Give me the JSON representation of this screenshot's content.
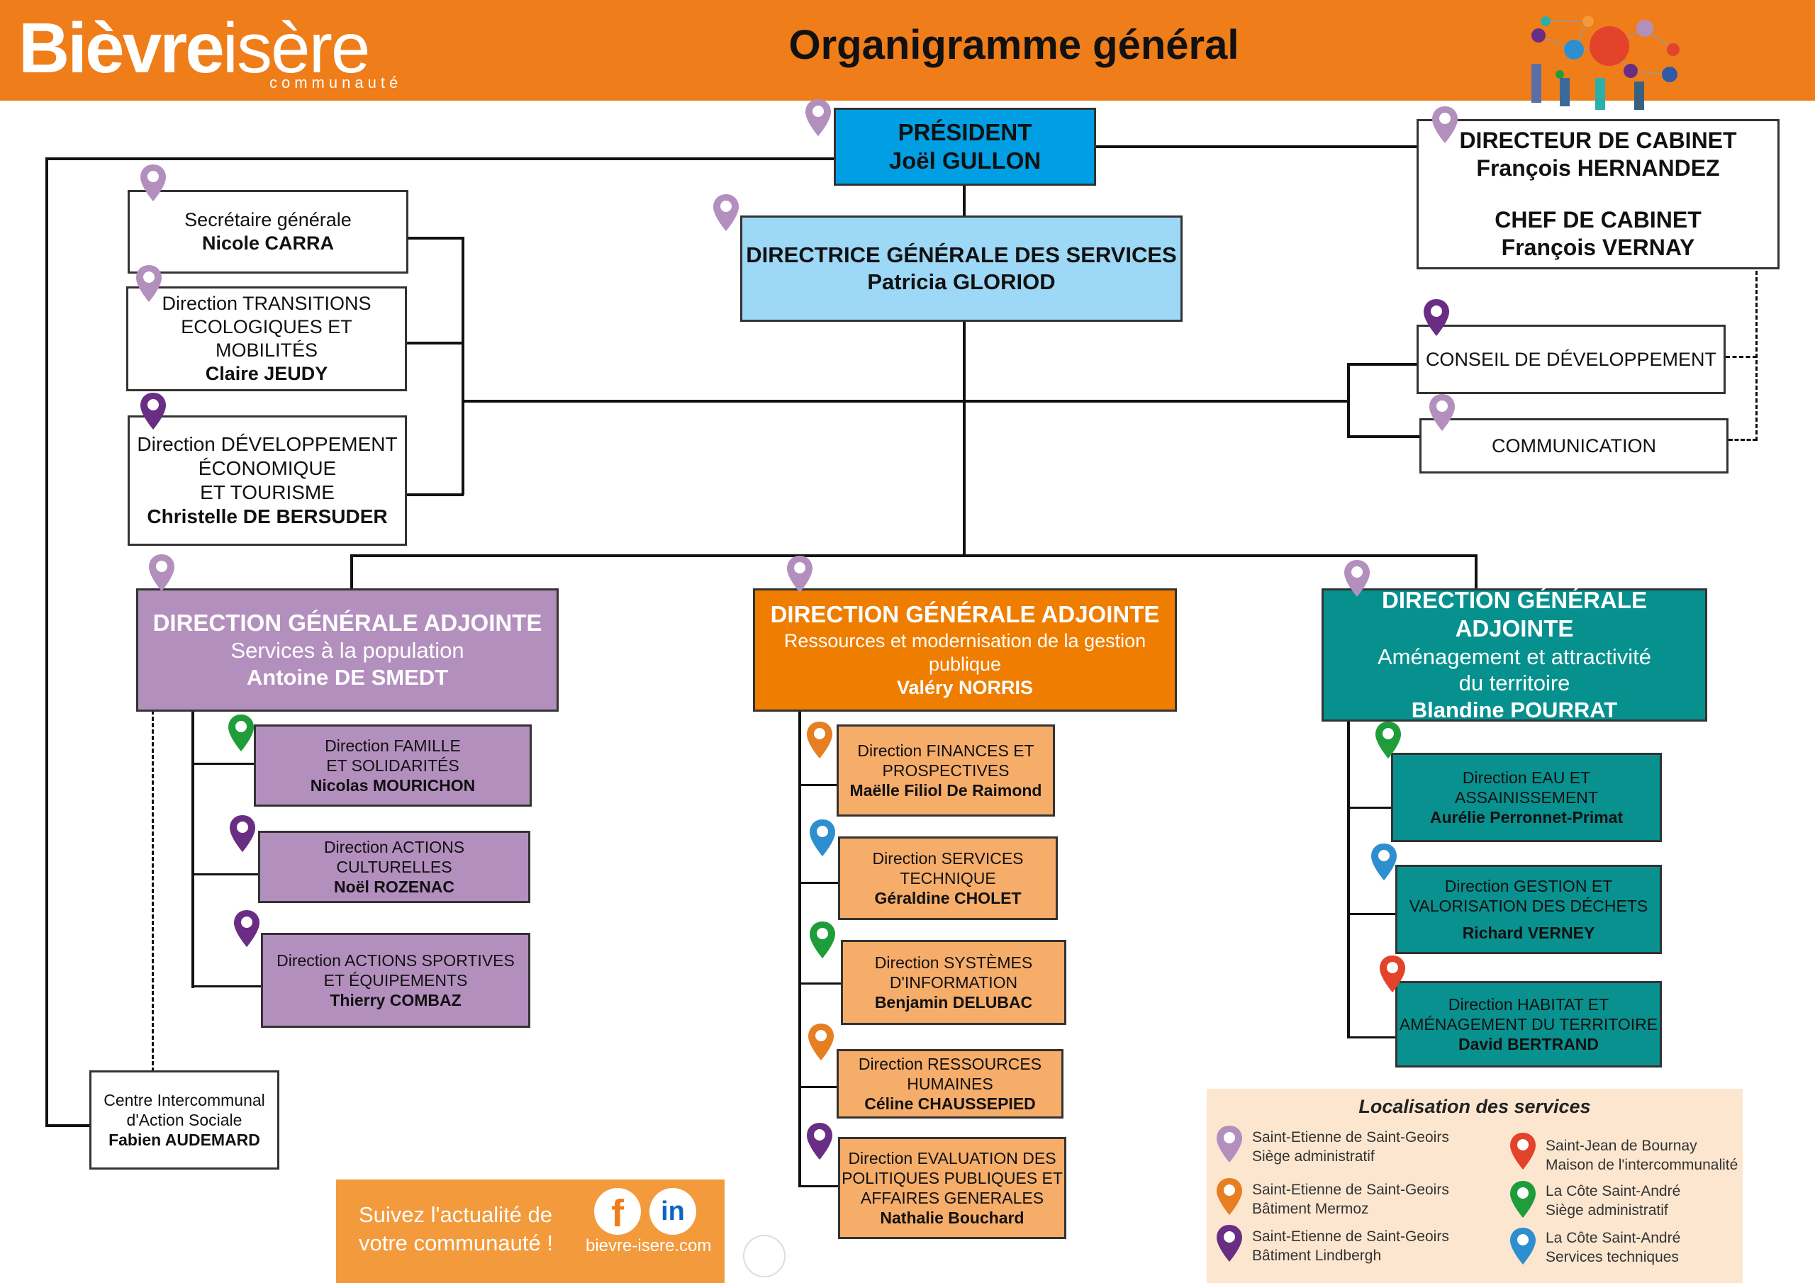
{
  "header": {
    "logo_bold": "Bièvre",
    "logo_light": "isère",
    "logo_sub": "communauté",
    "title": "Organigramme général"
  },
  "president": {
    "role": "PRÉSIDENT",
    "name": "Joël GULLON"
  },
  "cabinet": {
    "role1": "DIRECTEUR DE CABINET",
    "name1": "François HERNANDEZ",
    "role2": "CHEF DE CABINET",
    "name2": "François VERNAY"
  },
  "dgs": {
    "role": "DIRECTRICE GÉNÉRALE DES SERVICES",
    "name": "Patricia GLORIOD"
  },
  "left_services": [
    {
      "lines": [
        "Secrétaire générale"
      ],
      "name": "Nicole CARRA"
    },
    {
      "lines": [
        "Direction TRANSITIONS",
        "ECOLOGIQUES ET",
        "MOBILITÉS"
      ],
      "name": "Claire JEUDY"
    },
    {
      "lines": [
        "Direction DÉVELOPPEMENT",
        "ÉCONOMIQUE",
        "ET TOURISME"
      ],
      "name": "Christelle DE BERSUDER"
    }
  ],
  "right_services": {
    "conseil": "CONSEIL DE DÉVELOPPEMENT",
    "communication": "COMMUNICATION"
  },
  "dga": [
    {
      "title": "DIRECTION GÉNÉRALE ADJOINTE",
      "lines": [
        "Services à la population"
      ],
      "name": "Antoine DE SMEDT"
    },
    {
      "title": "DIRECTION GÉNÉRALE ADJOINTE",
      "lines": [
        "Ressources et modernisation de la gestion",
        "publique"
      ],
      "name": "Valéry NORRIS"
    },
    {
      "title": "DIRECTION GÉNÉRALE ADJOINTE",
      "lines": [
        "Aménagement et attractivité",
        "du territoire"
      ],
      "name": "Blandine POURRAT"
    }
  ],
  "population_dirs": [
    {
      "lines": [
        "Direction FAMILLE",
        "ET SOLIDARITÉS"
      ],
      "name": "Nicolas MOURICHON"
    },
    {
      "lines": [
        "Direction ACTIONS",
        "CULTURELLES"
      ],
      "name": "Noël ROZENAC"
    },
    {
      "lines": [
        "Direction ACTIONS SPORTIVES",
        "ET ÉQUIPEMENTS"
      ],
      "name": "Thierry COMBAZ"
    }
  ],
  "ressources_dirs": [
    {
      "lines": [
        "Direction FINANCES ET",
        "PROSPECTIVES"
      ],
      "name": "Maëlle Filiol De Raimond"
    },
    {
      "lines": [
        "Direction SERVICES",
        "TECHNIQUE"
      ],
      "name": "Géraldine CHOLET"
    },
    {
      "lines": [
        "Direction SYSTÈMES",
        "D'INFORMATION"
      ],
      "name": "Benjamin DELUBAC"
    },
    {
      "lines": [
        "Direction RESSOURCES",
        "HUMAINES"
      ],
      "name": "Céline CHAUSSEPIED"
    },
    {
      "lines": [
        "Direction EVALUATION DES",
        "POLITIQUES PUBLIQUES ET",
        "AFFAIRES GENERALES"
      ],
      "name": "Nathalie Bouchard"
    }
  ],
  "amenagement_dirs": [
    {
      "lines": [
        "Direction EAU ET",
        "ASSAINISSEMENT"
      ],
      "name": "Aurélie Perronnet-Primat"
    },
    {
      "lines": [
        "Direction GESTION ET",
        "VALORISATION DES DÉCHETS"
      ],
      "name": "Richard VERNEY"
    },
    {
      "lines": [
        "Direction HABITAT ET",
        "AMÉNAGEMENT DU TERRITOIRE"
      ],
      "name": "David BERTRAND"
    }
  ],
  "ccas": {
    "lines": [
      "Centre Intercommunal",
      "d'Action Sociale"
    ],
    "name": "Fabien AUDEMARD"
  },
  "follow": {
    "text1": "Suivez l'actualité de",
    "text2": "votre communauté !",
    "website": "bievre-isere.com",
    "linkedin_label": "in",
    "facebook_label": "f"
  },
  "legend": {
    "title": "Localisation des services",
    "items": [
      {
        "line1": "Saint-Etienne de Saint-Geoirs",
        "line2": "Siège administratif",
        "color": "#b38fbe"
      },
      {
        "line1": "Saint-Etienne de Saint-Geoirs",
        "line2": "Bâtiment Mermoz",
        "color": "#e67e22"
      },
      {
        "line1": "Saint-Etienne de Saint-Geoirs",
        "line2": "Bâtiment Lindbergh",
        "color": "#6a2d84"
      },
      {
        "line1": "Saint-Jean de Bournay",
        "line2": "Maison de l'intercommunalité",
        "color": "#e2432a"
      },
      {
        "line1": "La Côte Saint-André",
        "line2": "Siège administratif",
        "color": "#1f9d3a"
      },
      {
        "line1": "La Côte Saint-André",
        "line2": "Services techniques",
        "color": "#2e8fd0"
      }
    ]
  },
  "colors": {
    "header": "#ef7d1a",
    "president": "#009fe3",
    "dgs": "#9dd8f6",
    "population": "#b38fbe",
    "ressources": "#ef7d00",
    "ressources_light": "#f6ad6a",
    "amenagement": "#06918f"
  }
}
